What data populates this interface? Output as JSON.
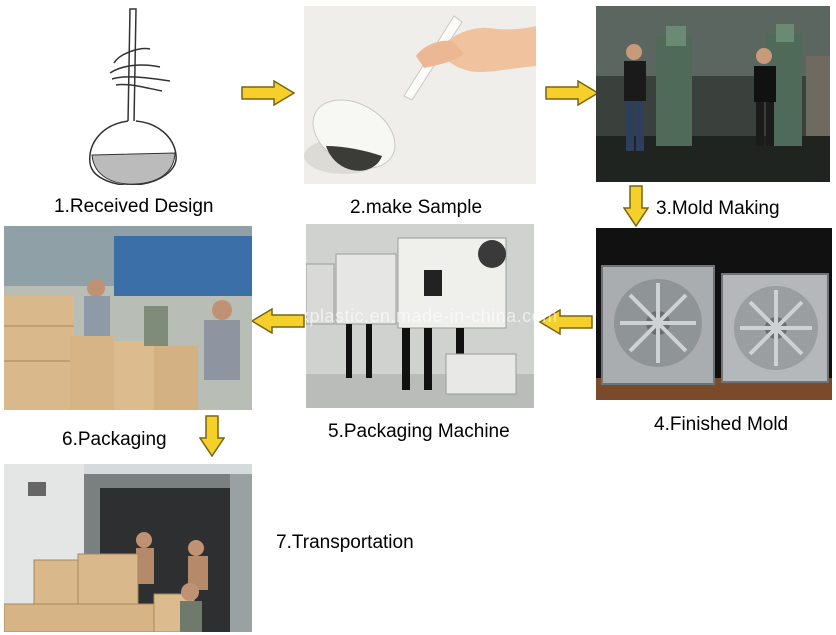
{
  "steps": [
    {
      "label": "1.Received Design",
      "image": "spoon-sketch"
    },
    {
      "label": "2.make Sample",
      "image": "hand-holding-sample-spoon"
    },
    {
      "label": "3.Mold Making",
      "image": "workers-at-milling-machines"
    },
    {
      "label": "4.Finished Mold",
      "image": "steel-injection-mold"
    },
    {
      "label": "5.Packaging Machine",
      "image": "packaging-machines"
    },
    {
      "label": "6.Packaging",
      "image": "workers-packing-boxes"
    },
    {
      "label": "7.Transportation",
      "image": "loading-container"
    }
  ],
  "watermark": "snxplastic.en.made-in-china.com",
  "colors": {
    "arrow_fill": "#f5cf2a",
    "arrow_stroke": "#7a6410"
  },
  "arrow_icon": "yellow-block-arrow-icon"
}
